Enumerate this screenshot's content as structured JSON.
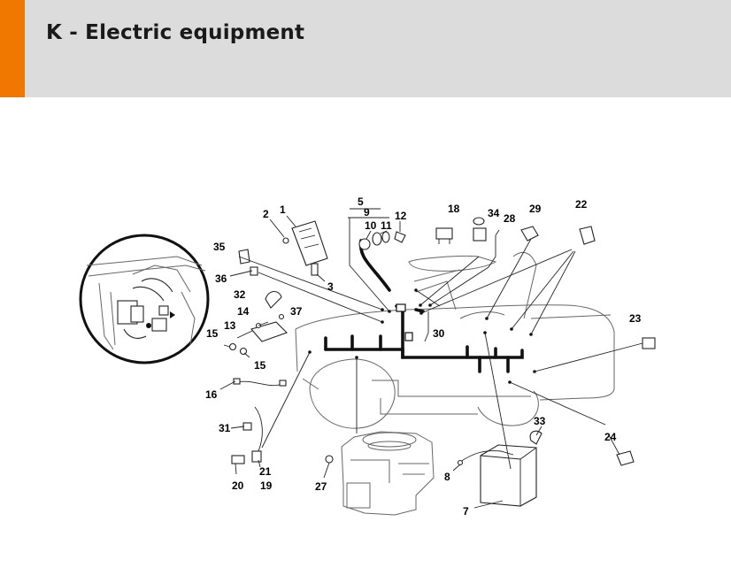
{
  "header": {
    "title": "K - Electric equipment",
    "accent_color": "#f07800",
    "background_color": "#dcdcdc"
  },
  "callouts": [
    {
      "id": "1",
      "text": "1"
    },
    {
      "id": "2",
      "text": "2"
    },
    {
      "id": "3",
      "text": "3"
    },
    {
      "id": "5",
      "text": "5"
    },
    {
      "id": "7",
      "text": "7"
    },
    {
      "id": "8",
      "text": "8"
    },
    {
      "id": "9",
      "text": "9"
    },
    {
      "id": "10",
      "text": "10"
    },
    {
      "id": "11",
      "text": "11"
    },
    {
      "id": "12",
      "text": "12"
    },
    {
      "id": "13",
      "text": "13"
    },
    {
      "id": "14",
      "text": "14"
    },
    {
      "id": "15a",
      "text": "15"
    },
    {
      "id": "15b",
      "text": "15"
    },
    {
      "id": "16",
      "text": "16"
    },
    {
      "id": "18",
      "text": "18"
    },
    {
      "id": "19",
      "text": "19"
    },
    {
      "id": "20",
      "text": "20"
    },
    {
      "id": "21",
      "text": "21"
    },
    {
      "id": "22",
      "text": "22"
    },
    {
      "id": "23",
      "text": "23"
    },
    {
      "id": "24",
      "text": "24"
    },
    {
      "id": "27",
      "text": "27"
    },
    {
      "id": "28",
      "text": "28"
    },
    {
      "id": "29",
      "text": "29"
    },
    {
      "id": "30",
      "text": "30"
    },
    {
      "id": "31",
      "text": "31"
    },
    {
      "id": "32",
      "text": "32"
    },
    {
      "id": "33",
      "text": "33"
    },
    {
      "id": "34",
      "text": "34"
    },
    {
      "id": "35",
      "text": "35"
    },
    {
      "id": "36",
      "text": "36"
    },
    {
      "id": "37",
      "text": "37"
    }
  ]
}
